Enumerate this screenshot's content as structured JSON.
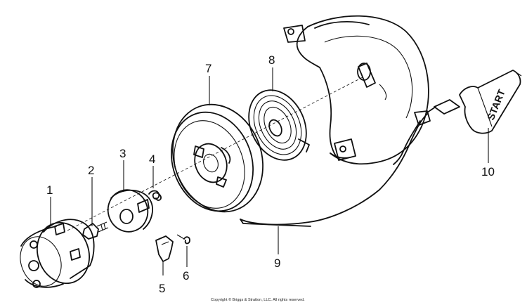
{
  "parts": [
    {
      "number": "1",
      "name": "starter-cup"
    },
    {
      "number": "2",
      "name": "screw"
    },
    {
      "number": "3",
      "name": "retainer"
    },
    {
      "number": "4",
      "name": "spring"
    },
    {
      "number": "5",
      "name": "dog"
    },
    {
      "number": "6",
      "name": "dog-spring"
    },
    {
      "number": "7",
      "name": "pulley"
    },
    {
      "number": "8",
      "name": "rewind-spring"
    },
    {
      "number": "9",
      "name": "rope"
    },
    {
      "number": "10",
      "name": "starter-handle"
    }
  ],
  "handle_text": "START",
  "copyright": "Copyright © Briggs & Stratton, LLC. All rights reserved."
}
